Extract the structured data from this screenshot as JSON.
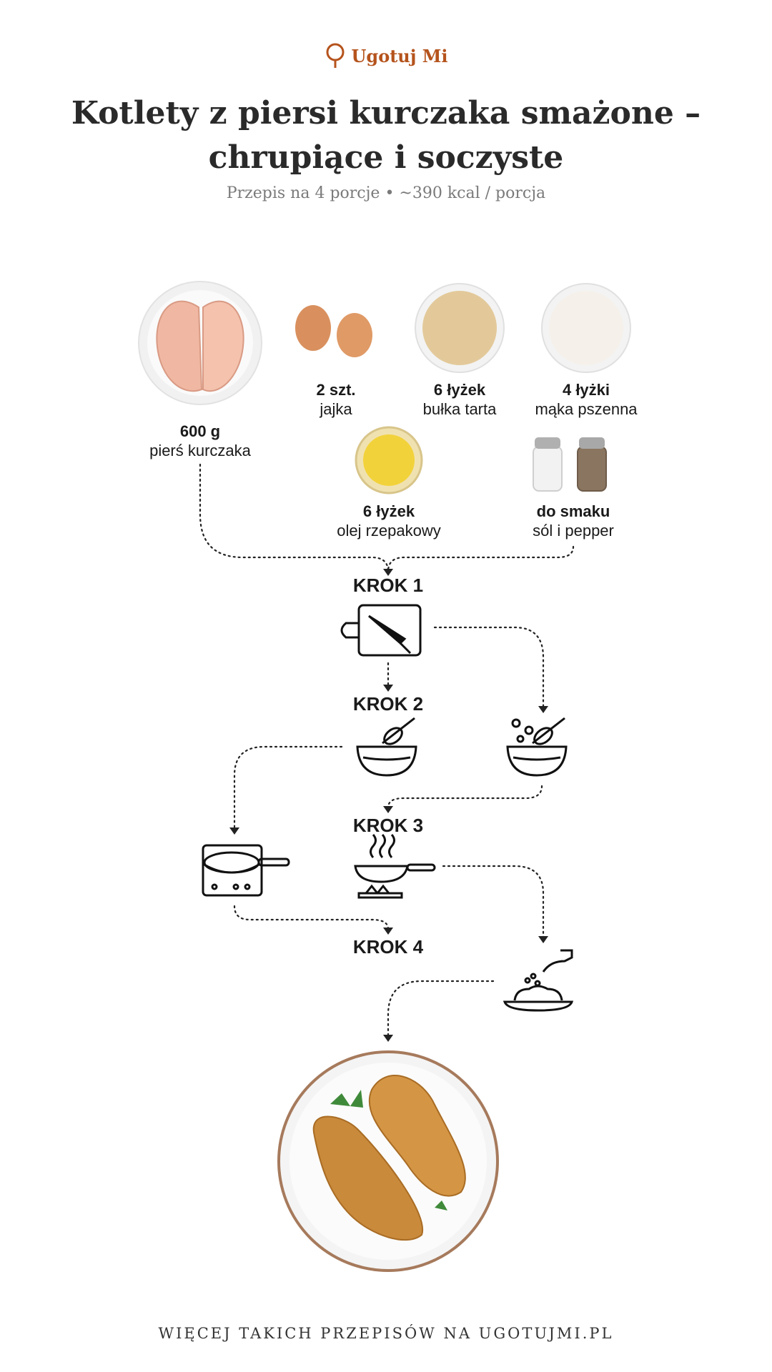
{
  "brand": {
    "name": "Ugotuj Mi"
  },
  "title": "Kotlety z piersi kurczaka smażone – chrupiące i soczyste",
  "subtitle": "Przepis na 4 porcje • ~390 kcal / porcja",
  "ingredients": [
    {
      "qty": "600 g",
      "name": "pierś kurczaka"
    },
    {
      "qty": "2 szt.",
      "name": "jajka"
    },
    {
      "qty": "6 łyżek",
      "name": "bułka tarta"
    },
    {
      "qty": "4 łyżki",
      "name": "mąka pszenna"
    },
    {
      "qty": "6 łyżek",
      "name": "olej rzepakowy"
    },
    {
      "qty": "do smaku",
      "name": "sól i pepper"
    }
  ],
  "steps": [
    "KROK 1",
    "KROK 2",
    "KROK 3",
    "KROK 4"
  ],
  "footer": "WIĘCEJ TAKICH PRZEPISÓW NA UGOTUJMI.PL",
  "colors": {
    "brand": "#b5531c",
    "title": "#2a2a2a",
    "line": "#222222"
  },
  "icons": [
    "pin-logo-icon",
    "chicken-breast-icon",
    "eggs-icon",
    "breadcrumbs-bowl-icon",
    "flour-bowl-icon",
    "oil-bowl-icon",
    "salt-pepper-icon",
    "cutting-board-knife-icon",
    "whisk-bowl-icon",
    "whisk-bowl-seasoning-icon",
    "induction-pan-icon",
    "gas-stove-pan-icon",
    "plate-seasoning-icon",
    "fried-cutlets-plate-icon"
  ]
}
